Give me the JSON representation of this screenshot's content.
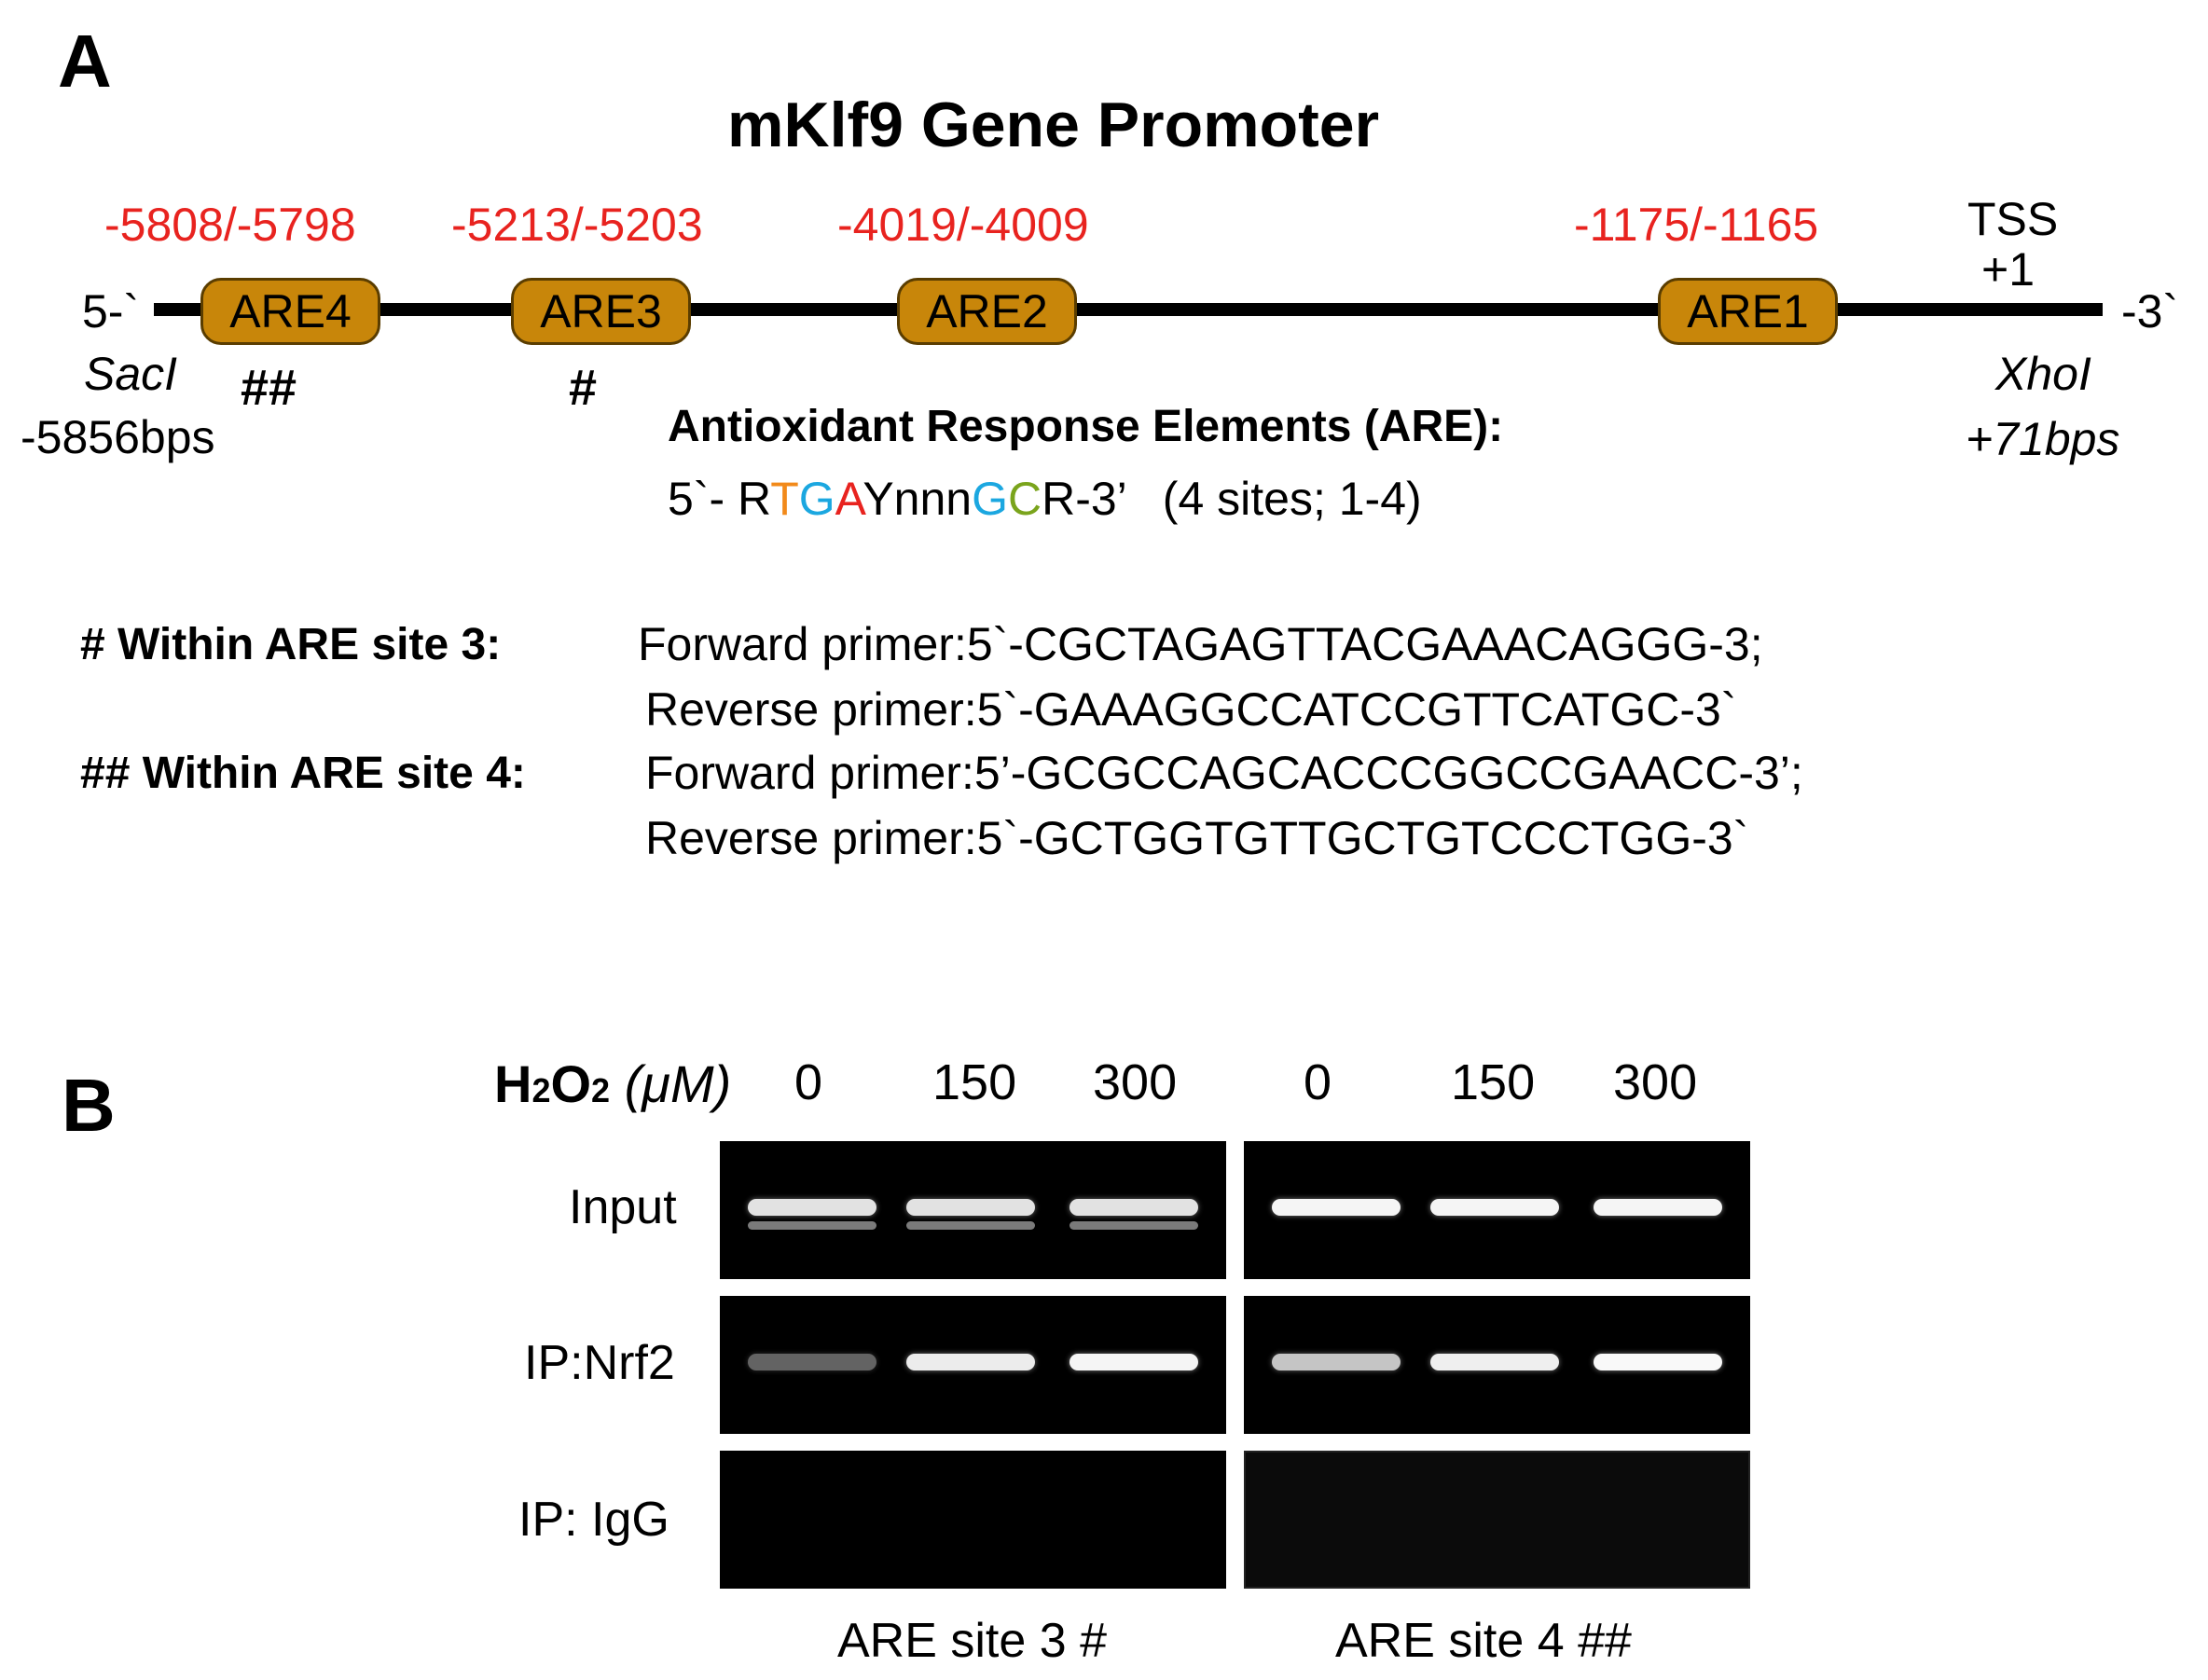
{
  "panel_a": {
    "label": "A",
    "title": "mKlf9 Gene Promoter",
    "five_prime": "5-`",
    "three_prime": "-3`",
    "left_site": "SacI",
    "left_coord": "-5856bps",
    "right_site": "XhoI",
    "right_coord": "+71bps",
    "tss": "TSS",
    "tss_pos": "+1",
    "elements": [
      {
        "name": "ARE4",
        "range": "-5808/-5798",
        "mark": "##"
      },
      {
        "name": "ARE3",
        "range": "-5213/-5203",
        "mark": "#"
      },
      {
        "name": "ARE2",
        "range": "-4019/-4009",
        "mark": ""
      },
      {
        "name": "ARE1",
        "range": "-1175/-1165",
        "mark": ""
      }
    ],
    "are_heading": "Antioxidant  Response Elements (ARE):",
    "consensus": {
      "prefix": "5`- R",
      "t": "T",
      "g": "G",
      "a": "A",
      "mid": "Ynnn",
      "g2": "G",
      "c": "C",
      "suffix": "R-3’",
      "note": "(4 sites; 1-4)"
    },
    "primers": [
      {
        "heading": "# Within ARE site 3:",
        "forward": "Forward primer:5`-CGCTAGAGTTACGAAACAGGG-3;",
        "reverse": "Reverse primer:5`-GAAAGGCCATCCGTTCATGC-3`"
      },
      {
        "heading": "## Within ARE site 4:",
        "forward": "Forward primer:5’-GCGCCAGCACCCGGCCGAACC-3’;",
        "reverse": "Reverse primer:5`-GCTGGTGTTGCTGTCCCTGG-3`"
      }
    ],
    "colors": {
      "are_fill": "#c8860a",
      "position_text": "#e8231f"
    }
  },
  "panel_b": {
    "label": "B",
    "treatment": {
      "h": "H",
      "sub2a": "2",
      "o": "O",
      "sub2b": "2",
      "unit": " (μM)"
    },
    "doses": [
      "0",
      "150",
      "300",
      "0",
      "150",
      "300"
    ],
    "rows": [
      "Input",
      "IP:Nrf2",
      "IP: IgG"
    ],
    "gel_labels": [
      "ARE site 3 #",
      "ARE site 4 ##"
    ],
    "band_intensity": {
      "Input": [
        0.85,
        0.85,
        0.85,
        0.95,
        0.95,
        0.95
      ],
      "IP:Nrf2": [
        0.2,
        0.9,
        0.95,
        0.7,
        0.92,
        0.97
      ],
      "IP: IgG": [
        0,
        0,
        0,
        0,
        0,
        0
      ]
    }
  }
}
